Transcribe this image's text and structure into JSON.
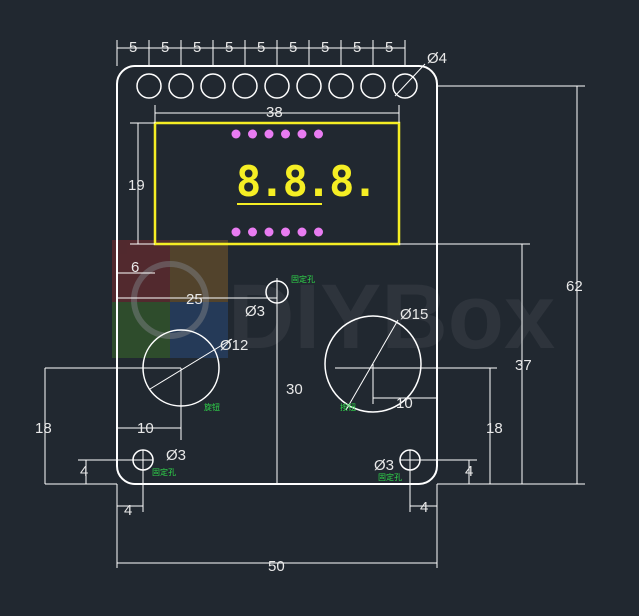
{
  "dims": {
    "pitch": "5",
    "hole_small": "Ø4",
    "lcd_width": "38",
    "lcd_height": "19",
    "lcd_offset": "6",
    "hole3_x": "25",
    "hole3": "Ø3",
    "knob": "Ø12",
    "button": "Ø15",
    "knob_x": "10",
    "button_x": "10",
    "mount_y": "30",
    "height_total": "62",
    "height_37": "37",
    "knob_y": "18",
    "button_y": "18",
    "hole_left": "Ø3",
    "hole_right": "Ø3",
    "hole_off_y_left": "4",
    "hole_off_y_right": "4",
    "hole_off_x_left": "4",
    "hole_off_x_right": "4",
    "width_total": "50"
  },
  "notes": {
    "fixing_hole_top": "固定孔",
    "fixing_hole_left": "固定孔",
    "fixing_hole_right": "固定孔",
    "knob": "旋钮",
    "button": "按钮"
  },
  "display": {
    "digits": "8.8.8."
  },
  "watermark": {
    "text": "DIYBox"
  },
  "colors": {
    "background": "#212830",
    "line": "#ffffff",
    "display_frame": "#f5ee24",
    "led": "#e97cf2",
    "note": "#2fd84a"
  }
}
